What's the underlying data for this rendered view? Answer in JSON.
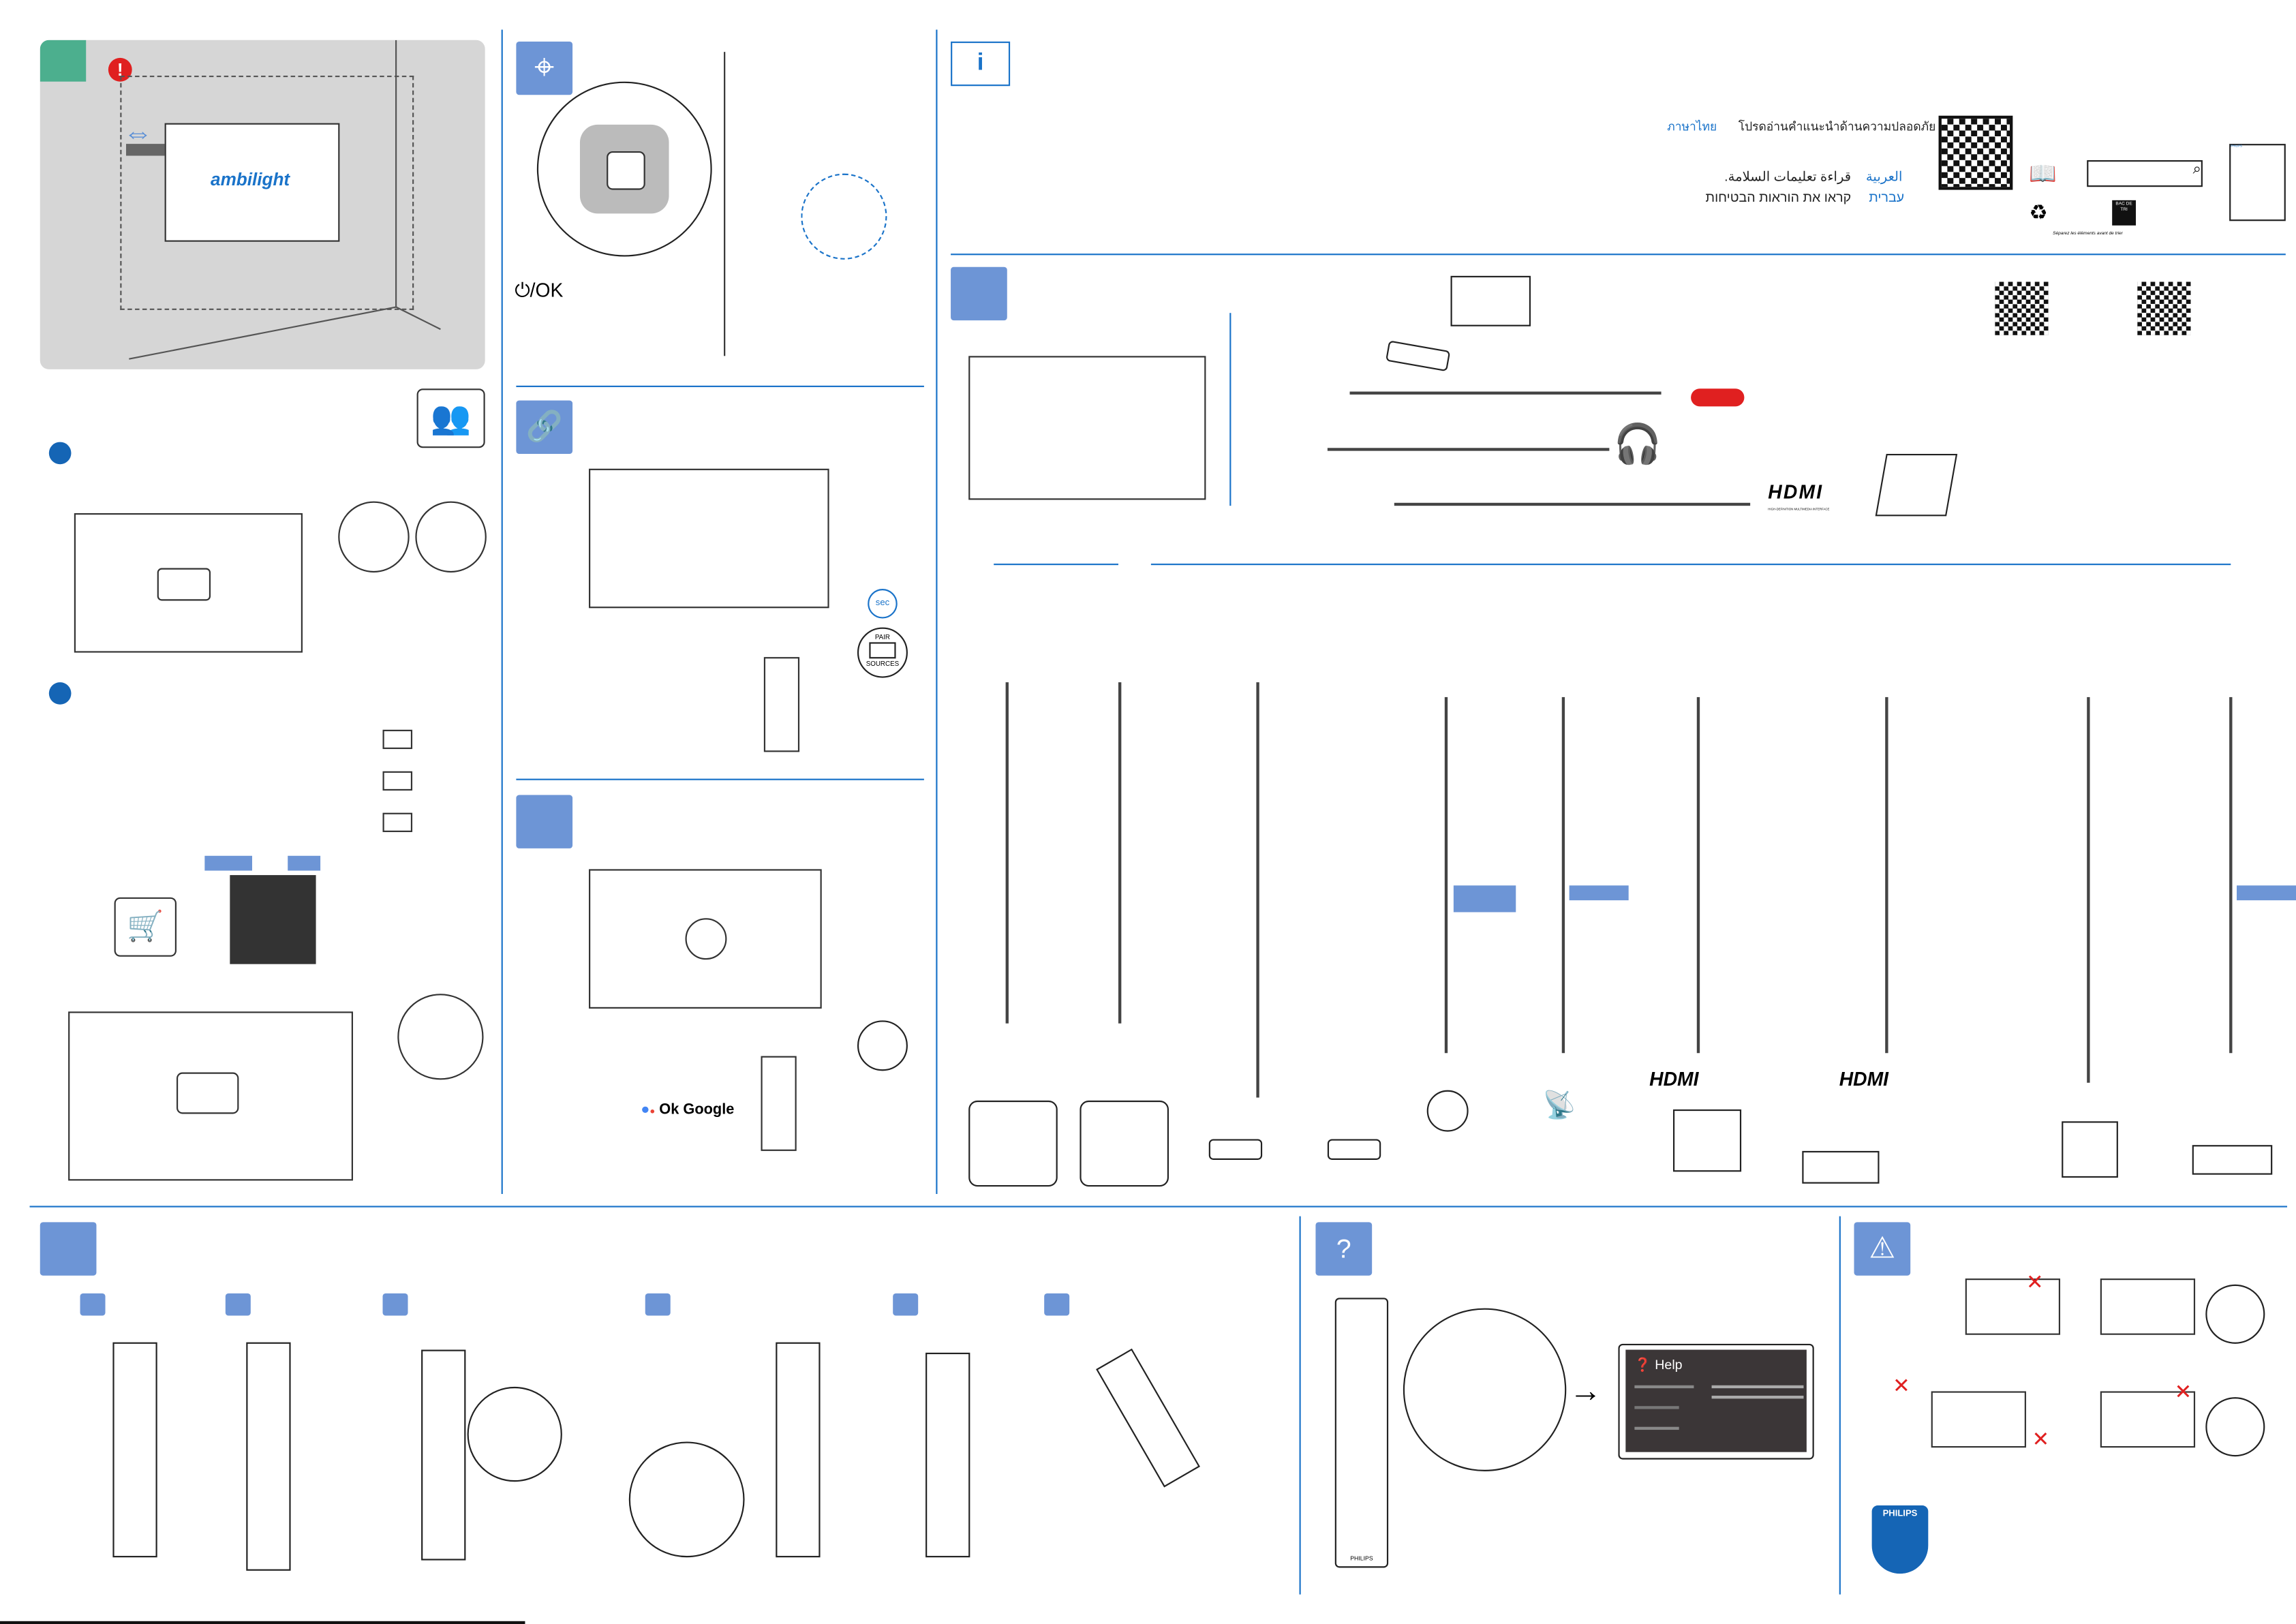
{
  "wall_mount": {
    "brand_label": "ambilight"
  },
  "remote_control": {
    "power_ok_label": "⏻/OK"
  },
  "pairing": {
    "timer_label": "sec",
    "pair_label": "PAIR",
    "sources_label": "SOURCES"
  },
  "assistant": {
    "ok_google_label": "Ok Google"
  },
  "safety": {
    "languages": [
      {
        "name": "ภาษาไทย",
        "text": "โปรดอ่านคำแนะนำด้านความปลอดภัย"
      },
      {
        "name": "العربية",
        "text": "قراءة تعليمات السلامة."
      },
      {
        "name": "עברית",
        "text": "קראו את הוראות הבטיחות"
      }
    ],
    "recycle_text": "Séparez les éléments avant de trier",
    "bin_label": "BAC DE TRI",
    "manual_brand": "PHILIPS"
  },
  "connections": {
    "hdmi_logo": "HDMI",
    "hdmi_sub": "HIGH-DEFINITION MULTIMEDIA INTERFACE"
  },
  "help_screen": {
    "title": "Help"
  },
  "remote_brand": "PHILIPS",
  "brand": {
    "logo_text": "PHILIPS"
  },
  "colors": {
    "accent": "#1a73c9",
    "icon_box": "#6d95d6",
    "step_dot": "#1565b5",
    "green_tag": "#4caf8e",
    "warning_red": "#e02020"
  },
  "icons": [
    "target-icon",
    "link-icon",
    "assistant-icon",
    "info-book-icon",
    "cable-icon",
    "remote-icon",
    "help-icon",
    "warning-icon",
    "cart-icon",
    "people-lift-icon"
  ]
}
